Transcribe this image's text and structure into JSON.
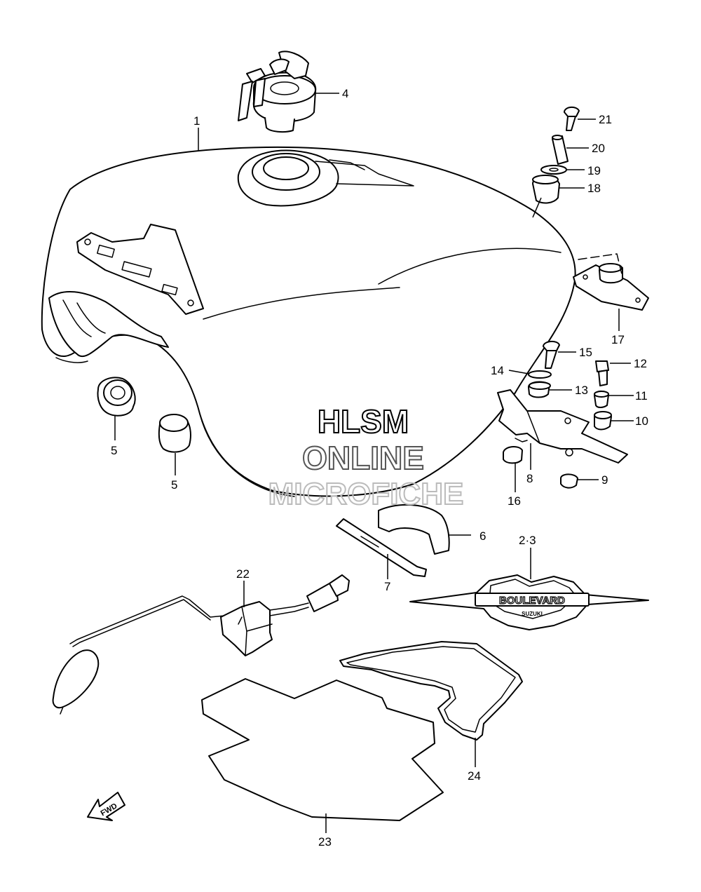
{
  "watermark": {
    "line1": "HLSM",
    "line2": "ONLINE",
    "line3": "MICROFICHE"
  },
  "emblem": {
    "text": "BOULEVARD",
    "subtext": "SUZUKI"
  },
  "fwd_label": "FWD",
  "callouts": {
    "p1": "1",
    "p23a": "2·3",
    "p4": "4",
    "p5a": "5",
    "p5b": "5",
    "p6": "6",
    "p7": "7",
    "p8": "8",
    "p9": "9",
    "p10": "10",
    "p11": "11",
    "p12": "12",
    "p13": "13",
    "p14": "14",
    "p15": "15",
    "p16": "16",
    "p17": "17",
    "p18": "18",
    "p19": "19",
    "p20": "20",
    "p21": "21",
    "p22": "22",
    "p23": "23",
    "p24": "24"
  }
}
